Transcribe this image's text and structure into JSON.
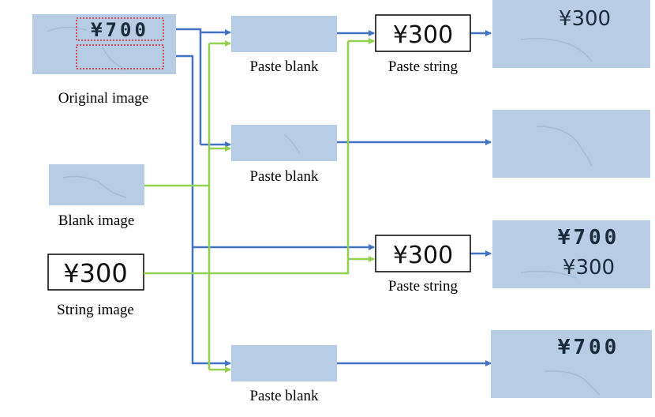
{
  "labels": {
    "original": "Original image",
    "blank": "Blank image",
    "string": "String image",
    "paste_blank": "Paste blank",
    "paste_string": "Paste string"
  },
  "texts": {
    "original_price": "¥700",
    "string_price": "¥300"
  },
  "outputs": [
    {
      "line1": "",
      "line2": "¥300"
    },
    {
      "line1": "",
      "line2": ""
    },
    {
      "line1": "¥700",
      "line2": "¥300"
    },
    {
      "line1": "¥700",
      "line2": ""
    }
  ],
  "colors": {
    "image_bg": "#b7cde6",
    "blue_line": "#4472c4",
    "green_line": "#92d050",
    "red_dotted": "#e02020"
  }
}
